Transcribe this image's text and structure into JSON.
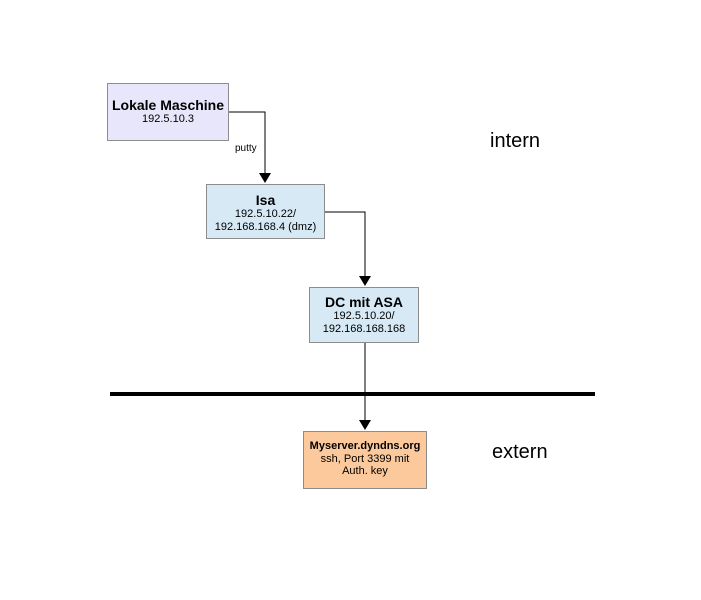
{
  "nodes": {
    "local": {
      "title": "Lokale Maschine",
      "line1": "192.5.10.3"
    },
    "isa": {
      "title": "Isa",
      "line1": "192.5.10.22/",
      "line2": "192.168.168.4 (dmz)"
    },
    "dc": {
      "title": "DC mit ASA",
      "line1": "192.5.10.20/",
      "line2": "192.168.168.168"
    },
    "external": {
      "title": "Myserver.dyndns.org",
      "line1": "ssh, Port 3399 mit",
      "line2": "Auth. key"
    }
  },
  "edges": {
    "local_to_isa": {
      "label": "putty"
    }
  },
  "zones": {
    "intern": "intern",
    "extern": "extern"
  },
  "colors": {
    "local_fill": "#e8e6fa",
    "internal_fill": "#d6e9f5",
    "external_fill": "#fbc99b",
    "border": "#8c8c8c",
    "line": "#000000"
  }
}
